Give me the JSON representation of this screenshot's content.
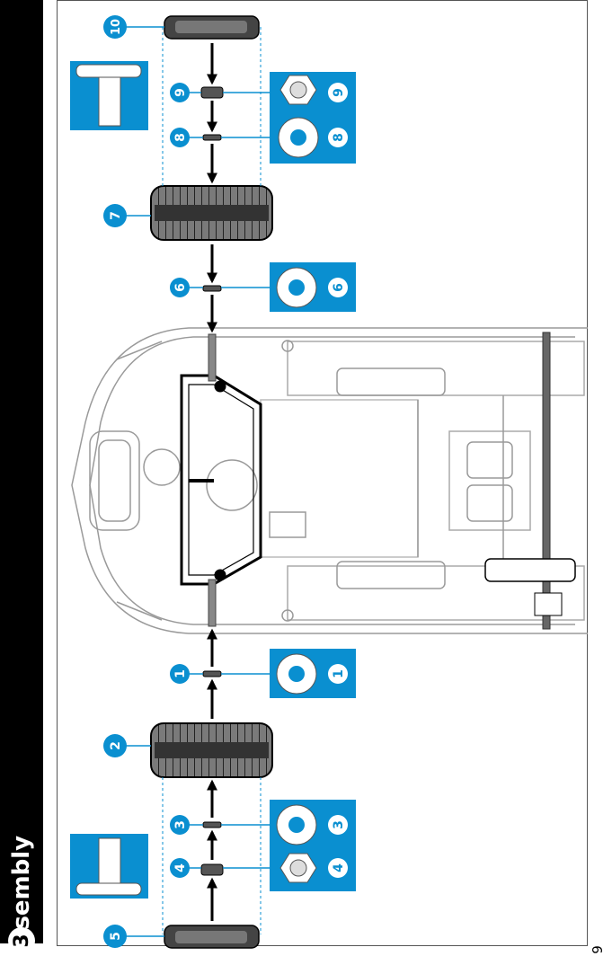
{
  "sidebar": {
    "title": "Assembly",
    "step_number": "3"
  },
  "page_number": "9",
  "colors": {
    "accent_blue": "#0a8fd0",
    "black": "#000000",
    "gray": "#8a8a8a"
  },
  "callouts": [
    "10",
    "9",
    "8",
    "7",
    "6",
    "1",
    "2",
    "3",
    "4",
    "5"
  ],
  "detail_labels": [
    "9",
    "8",
    "6",
    "1",
    "3",
    "4"
  ],
  "icons": {
    "axle_detail_top": "axle-end-icon",
    "axle_detail_bottom": "axle-end-icon",
    "nut": "cap-nut-icon",
    "washer": "washer-icon"
  }
}
